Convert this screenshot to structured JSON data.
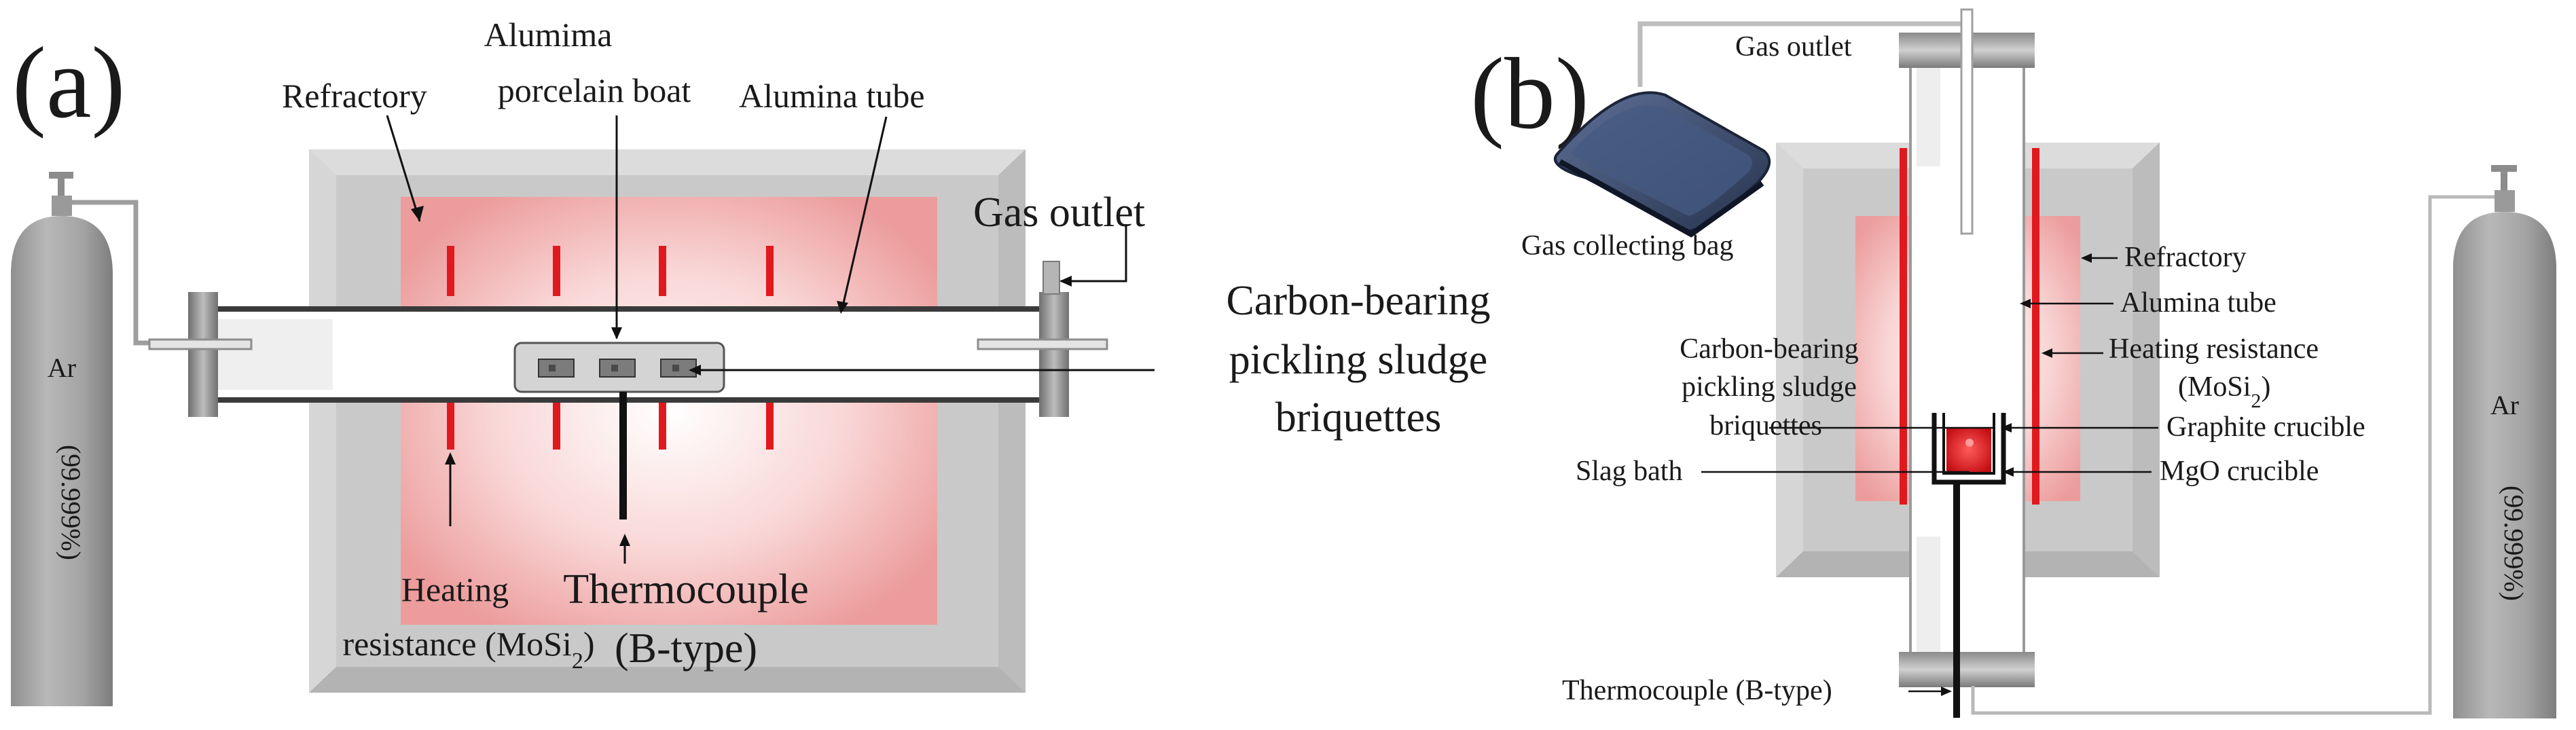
{
  "panel_a": {
    "panel_label": "(a)",
    "labels": {
      "refractory": "Refractory",
      "boat_line1": "Alumima",
      "boat_line2": "porcelain boat",
      "alumina_tube": "Alumina tube",
      "gas_outlet": "Gas outlet",
      "sample_line1": "Carbon-bearing",
      "sample_line2": "pickling sludge",
      "sample_line3": "briquettes",
      "heating_line1": "Heating",
      "heating_line2_prefix": "resistance (MoSi",
      "heating_sub": "2",
      "heating_line2_suffix": ")",
      "tc_line1": "Thermocouple",
      "tc_line2": "(B-type)"
    },
    "cylinder": {
      "gas": "Ar",
      "purity": "(99.999%)"
    }
  },
  "panel_b": {
    "panel_label": "(b)",
    "labels": {
      "gas_outlet": "Gas outlet",
      "gas_bag": "Gas collecting bag",
      "refractory": "Refractory",
      "alumina_tube": "Alumina tube",
      "heating_line1": "Heating resistance",
      "heating_line2_prefix": "(MoSi",
      "heating_sub": "2",
      "heating_line2_suffix": ")",
      "sample_line1": "Carbon-bearing",
      "sample_line2": "pickling sludge",
      "sample_line3": "briquettes",
      "graphite_crucible": "Graphite crucible",
      "slag_bath": "Slag bath",
      "mgo_crucible": "MgO crucible",
      "thermocouple": "Thermocouple (B-type)"
    },
    "cylinder": {
      "gas": "Ar",
      "purity": "(99.999%)"
    }
  },
  "colors": {
    "refractory": "#cfcfcf",
    "hot_zone": "#f6c9c9",
    "heating_element": "#e0191e",
    "tube": "#ffffff",
    "cylinder": "#a7a7a7",
    "gas_bag": "#3e4f72"
  }
}
